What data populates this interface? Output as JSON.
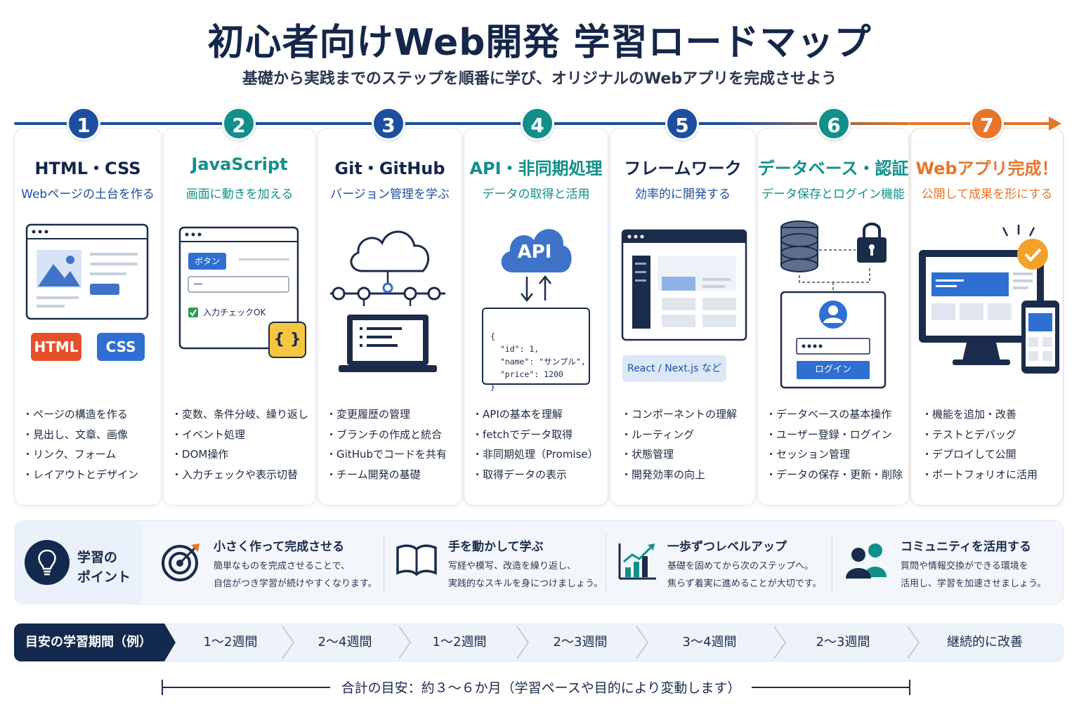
{
  "title": "初心者向けWeb開発 学習ロードマップ",
  "subtitle": "基礎から実践までのステップを順番に学び、オリジナルのWebアプリを完成させよう",
  "colors": {
    "navy": "#1d4fa0",
    "teal": "#11908a",
    "orange": "#e8752a"
  },
  "steps": [
    {
      "num": "1",
      "title": "HTML・CSS",
      "sub": "Webページの土台を作る",
      "items": [
        "ページの構造を作る",
        "見出し、文章、画像",
        "リンク、フォーム",
        "レイアウトとデザイン"
      ],
      "tags": [
        "HTML",
        "CSS"
      ]
    },
    {
      "num": "2",
      "title": "JavaScript",
      "sub": "画面に動きを加える",
      "items": [
        "変数、条件分岐、繰り返し",
        "イベント処理",
        "DOM操作",
        "入力チェックや表示切替"
      ],
      "button": "ボタン",
      "check": "入力チェックOK",
      "braces": "{ }"
    },
    {
      "num": "3",
      "title": "Git・GitHub",
      "sub": "バージョン管理を学ぶ",
      "items": [
        "変更履歴の管理",
        "ブランチの作成と統合",
        "GitHubでコードを共有",
        "チーム開発の基礎"
      ]
    },
    {
      "num": "4",
      "title": "API・非同期処理",
      "sub": "データの取得と活用",
      "items": [
        "APIの基本を理解",
        "fetchでデータ取得",
        "非同期処理（Promise）",
        "取得データの表示"
      ],
      "cloud": "API",
      "code": [
        "{",
        "  \"id\": 1,",
        "  \"name\": \"サンプル\",",
        "  \"price\": 1200",
        "}"
      ]
    },
    {
      "num": "5",
      "title": "フレームワーク",
      "sub": "効率的に開発する",
      "items": [
        "コンポーネントの理解",
        "ルーティング",
        "状態管理",
        "開発効率の向上"
      ],
      "tag": "React / Next.js など"
    },
    {
      "num": "6",
      "title": "データベース・認証",
      "sub": "データ保存とログイン機能",
      "items": [
        "データベースの基本操作",
        "ユーザー登録・ログイン",
        "セッション管理",
        "データの保存・更新・削除"
      ],
      "login": "ログイン"
    },
    {
      "num": "7",
      "title": "Webアプリ完成！",
      "sub": "公開して成果を形にする",
      "items": [
        "機能を追加・改善",
        "テストとデバッグ",
        "デプロイして公開",
        "ポートフォリオに活用"
      ]
    }
  ],
  "points": {
    "label": [
      "学習の",
      "ポイント"
    ],
    "items": [
      {
        "title": "小さく作って完成させる",
        "text": [
          "簡単なものを完成させることで、",
          "自信がつき学習が続けやすくなります。"
        ]
      },
      {
        "title": "手を動かして学ぶ",
        "text": [
          "写経や模写、改造を繰り返し、",
          "実践的なスキルを身につけましょう。"
        ]
      },
      {
        "title": "一歩ずつレベルアップ",
        "text": [
          "基礎を固めてから次のステップへ。",
          "焦らず着実に進めることが大切です。"
        ]
      },
      {
        "title": "コミュニティを活用する",
        "text": [
          "質問や情報交換ができる環境を",
          "活用し、学習を加速させましょう。"
        ]
      }
    ]
  },
  "period": {
    "head": "目安の学習期間（例）",
    "cells": [
      "1～2週間",
      "2～4週間",
      "1～2週間",
      "2～3週間",
      "3～4週間",
      "2～3週間",
      "継続的に改善"
    ]
  },
  "total": "合計の目安：約３～６か月（学習ペースや目的により変動します）"
}
